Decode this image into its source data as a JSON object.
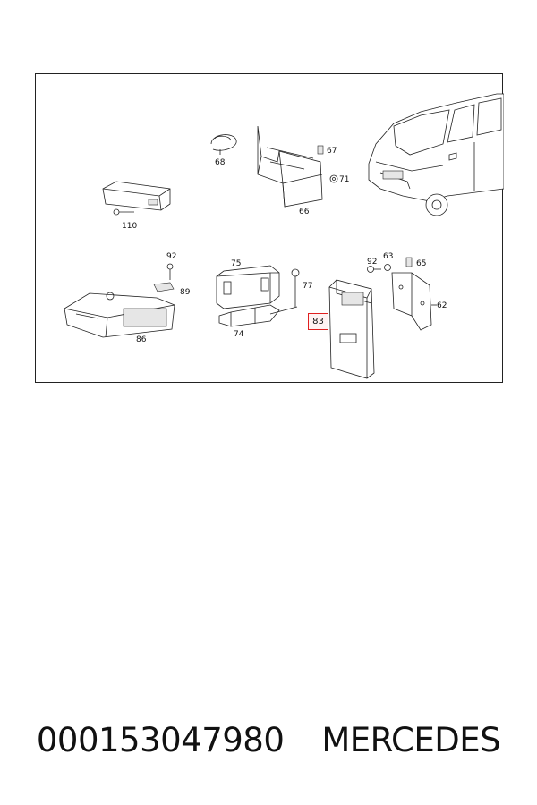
{
  "caption": {
    "part_number": "000153047980",
    "brand": "MERCEDES"
  },
  "highlighted_part": "83",
  "parts": [
    {
      "id": "110",
      "label": "110"
    },
    {
      "id": "68",
      "label": "68"
    },
    {
      "id": "67",
      "label": "67"
    },
    {
      "id": "71",
      "label": "71"
    },
    {
      "id": "66",
      "label": "66"
    },
    {
      "id": "92a",
      "label": "92"
    },
    {
      "id": "89",
      "label": "89"
    },
    {
      "id": "86",
      "label": "86"
    },
    {
      "id": "75",
      "label": "75"
    },
    {
      "id": "77",
      "label": "77"
    },
    {
      "id": "74",
      "label": "74"
    },
    {
      "id": "92b",
      "label": "92"
    },
    {
      "id": "63",
      "label": "63"
    },
    {
      "id": "65",
      "label": "65"
    },
    {
      "id": "62",
      "label": "62"
    }
  ]
}
